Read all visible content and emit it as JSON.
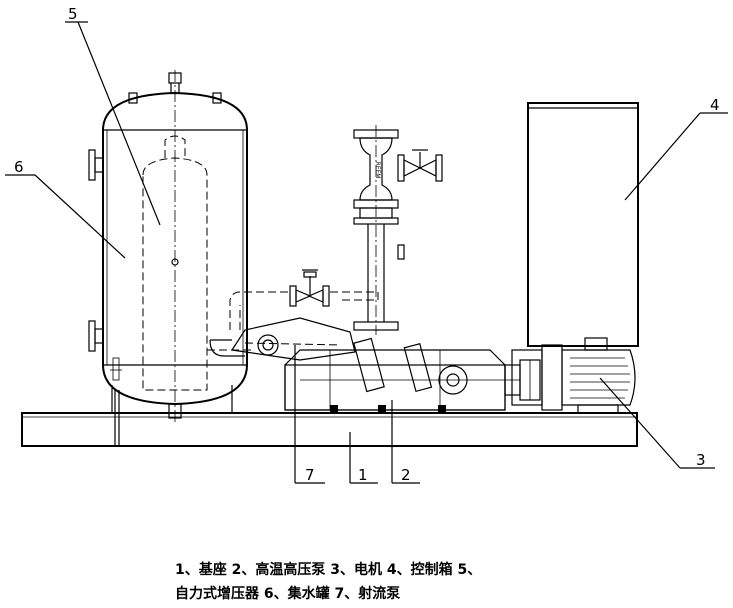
{
  "callouts": [
    "1",
    "2",
    "3",
    "4",
    "5",
    "6",
    "7"
  ],
  "legend": {
    "line1": "1、基座   2、高温高压泵    3、电机 4、控制箱   5、",
    "line2": "自力式增压器  6、集水罐   7、射流泵"
  },
  "valve_stamp": "REEM"
}
